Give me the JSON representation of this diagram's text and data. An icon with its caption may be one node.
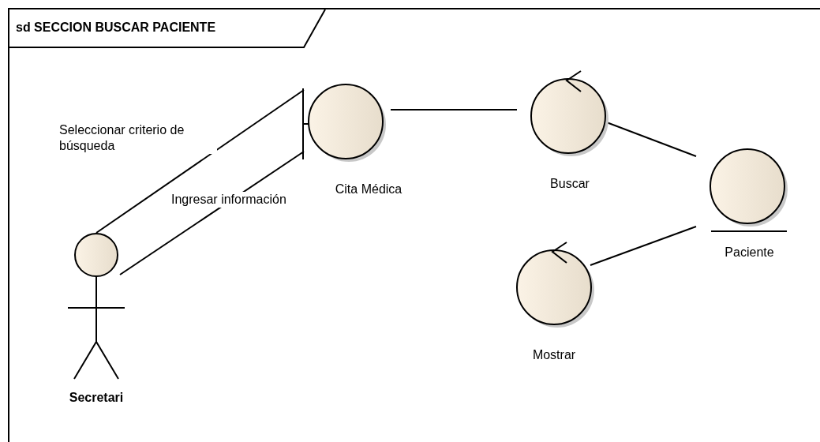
{
  "diagram": {
    "nodes": [
      {
        "text": [
          "sd SECCION BUSCAR PACIENTE"
        ]
      },
      {
        "text": [
          "Secretari"
        ],
        "in": 0
      },
      {
        "text": [
          "Cita Médica"
        ],
        "in": 0
      },
      {
        "text": [
          "Buscar"
        ],
        "in": 0
      },
      {
        "text": [
          "Paciente"
        ],
        "in": 0
      },
      {
        "text": [
          "Mostrar"
        ],
        "in": 0
      }
    ],
    "edges": [
      {
        "from": 1,
        "to": 2,
        "arrow": "none",
        "label": "Seleccionar criterio de búsqueda"
      },
      {
        "from": 1,
        "to": 2,
        "arrow": "none",
        "label": "Ingresar información"
      },
      {
        "from": 2,
        "to": 3,
        "arrow": "none"
      },
      {
        "from": 3,
        "to": 4,
        "arrow": "none"
      },
      {
        "from": 4,
        "to": 5,
        "arrow": "none"
      }
    ]
  }
}
